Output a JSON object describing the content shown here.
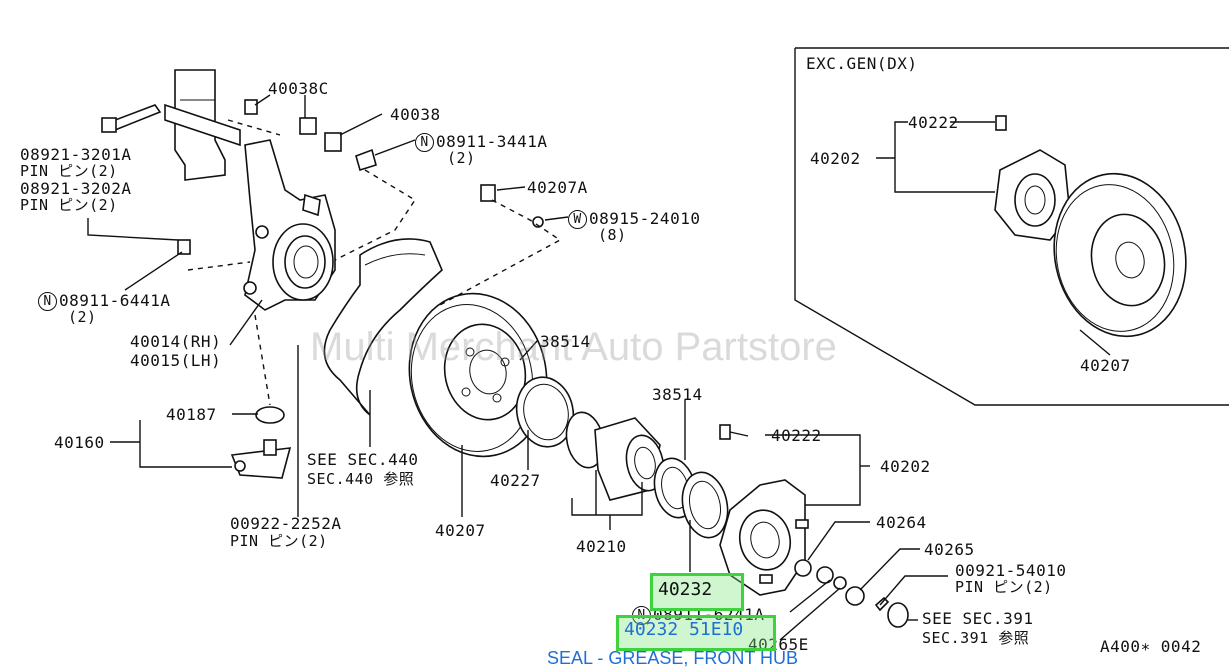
{
  "watermark": "Multi Merchant Auto Partstore",
  "inset_title": "EXC.GEN(DX)",
  "corner_code": "A400∗ 0042",
  "caption": "SEAL - GREASE, FRONT HUB",
  "highlight": {
    "part_number": "40232",
    "alt_part_number": "40232 51E10"
  },
  "labels": {
    "p40038c": "40038C",
    "p40038": "40038",
    "nut_3441_num": "08911-3441A",
    "nut_3441_qty": "(2)",
    "pin_3201_num": "08921-3201A",
    "pin_3201_desc": "PIN ピン(2)",
    "pin_3202_num": "08921-3202A",
    "pin_3202_desc": "PIN ピン(2)",
    "p40207a": "40207A",
    "washer_num": "08915-24010",
    "washer_qty": "(8)",
    "nut_6441_num": "08911-6441A",
    "nut_6441_qty": "(2)",
    "p40014": "40014(RH)",
    "p40015": "40015(LH)",
    "p38514a": "38514",
    "p38514b": "38514",
    "p40187": "40187",
    "p40160": "40160",
    "see440": "SEE SEC.440",
    "see440_jp": "SEC.440 参照",
    "p40227": "40227",
    "p40222": "40222",
    "p40202": "40202",
    "p40264": "40264",
    "p40265": "40265",
    "pin_2252_num": "00922-2252A",
    "pin_2252_desc": "PIN ピン(2)",
    "p40207": "40207",
    "p40210": "40210",
    "pin_54010_num": "00921-54010",
    "pin_54010_desc": "PIN ピン(2)",
    "nut_6241_num": "08911-6241A",
    "p40265e": "40265E",
    "see391": "SEE SEC.391",
    "see391_jp": "SEC.391 参照",
    "inset_40222": "40222",
    "inset_40202": "40202",
    "inset_40207": "40207",
    "circle_n": "N",
    "circle_w": "W"
  }
}
